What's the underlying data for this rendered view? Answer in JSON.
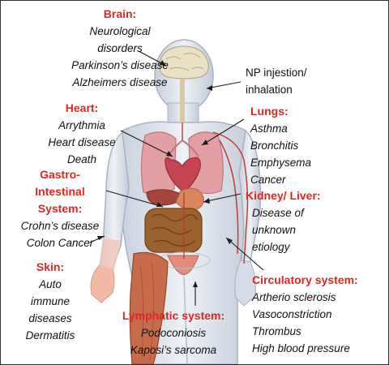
{
  "colors": {
    "heading": "#e0261f",
    "text": "#111111",
    "body_fill": "#dde3ec",
    "body_outline": "#a7b3c5",
    "brain": "#eae0c6",
    "lung": "#e3a0a4",
    "heart": "#c64451",
    "intestine": "#8c5626",
    "muscle": "#c86b4a",
    "vessel": "#c33131"
  },
  "icons": {
    "body": "human-body-figure-icon",
    "brain": "brain-icon",
    "lungs": "lungs-icon",
    "heart": "heart-icon",
    "stomach": "stomach-icon",
    "intestines": "intestines-icon",
    "vessels": "blood-vessels-icon"
  },
  "labels": {
    "brain": {
      "heading": "Brain:",
      "items": [
        "Neurological",
        "disorders",
        "Parkinson’s disease",
        "Alzheimers disease"
      ]
    },
    "heart": {
      "heading": "Heart:",
      "items": [
        "Arrythmia",
        "Heart disease",
        "Death"
      ]
    },
    "gastro": {
      "heading_lines": [
        "Gastro-",
        "Intestinal",
        "System:"
      ],
      "items": [
        "Crohn’s disease",
        "Colon Cancer"
      ]
    },
    "skin": {
      "heading": "Skin:",
      "items": [
        "Auto",
        "immune",
        "diseases",
        "Dermatitis"
      ]
    },
    "lymphatic": {
      "heading": "Lymphatic system:",
      "items": [
        "Podoconiosis",
        "Kaposi’s sarcoma"
      ]
    },
    "np": {
      "lines": [
        "NP injestion/",
        "inhalation"
      ]
    },
    "lungs": {
      "heading": "Lungs:",
      "items": [
        "Asthma",
        "Bronchitis",
        "Emphysema",
        "Cancer"
      ]
    },
    "kidney": {
      "heading": "Kidney/ Liver:",
      "items": [
        "Disease of",
        "unknown",
        "etiology"
      ]
    },
    "circulatory": {
      "heading": "Circulatory system:",
      "items": [
        "Artherio sclerosis",
        "Vasoconstriction",
        "Thrombus",
        "High blood pressure"
      ]
    }
  }
}
